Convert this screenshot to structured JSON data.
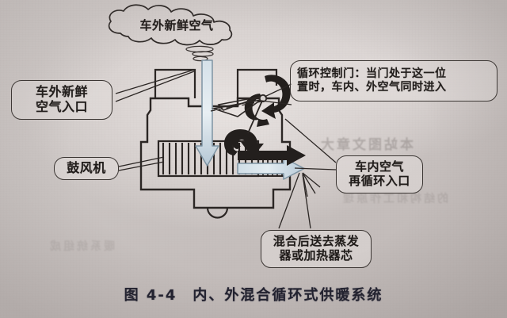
{
  "figure": {
    "caption": "图 4-4　内、外混合循环式供暖系统",
    "background_color": "#c9c3c1",
    "ink_color": "#2b2624",
    "fresh_air_arrow_color": "#b9cfdd",
    "mixed_air_arrow_color": "#c3d2dc"
  },
  "callouts": {
    "cloud_fresh_air": "车外新鲜空气",
    "fresh_air_inlet": "车外新鲜\n空气入口",
    "fresh_air_inlet_line1": "车外新鲜",
    "fresh_air_inlet_line2": "空气入口",
    "blower": "鼓风机",
    "recirc_control_door_line1": "循环控制门：当门处于这一位",
    "recirc_control_door_line2": "置时，车内、外空气同时进入",
    "cabin_recirc_inlet_line1": "车内空气",
    "cabin_recirc_inlet_line2": "再循环入口",
    "to_evaporator_line1": "混合后送去蒸发",
    "to_evaporator_line2": "器或加热器芯"
  },
  "ghost_text": {
    "top_right": "本站图文章大",
    "mid_left": "的结构和工作原理",
    "lower_left": "暖系统组成"
  }
}
